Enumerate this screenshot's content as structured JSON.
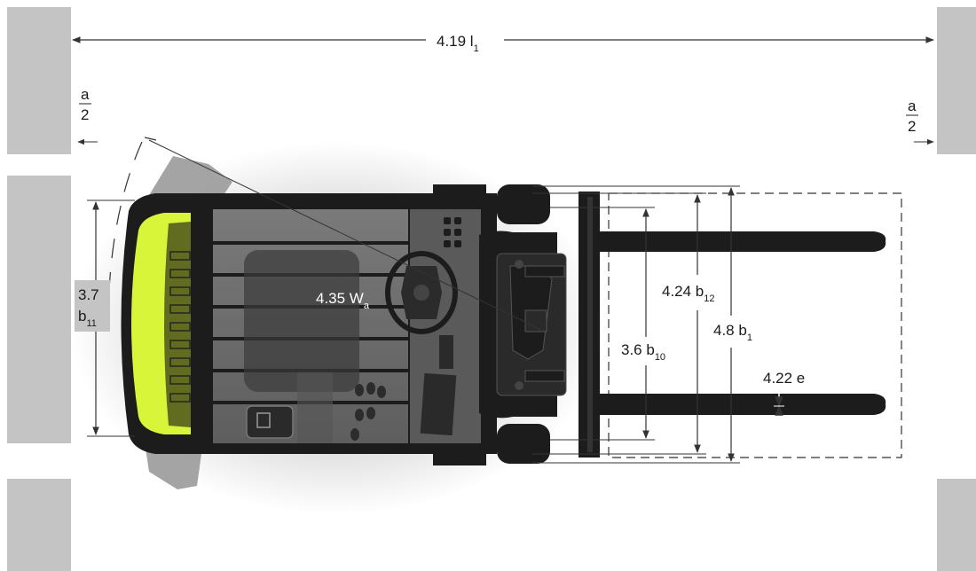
{
  "diagram": {
    "top_dimension": {
      "value": "4.19 l",
      "sub": "1"
    },
    "aisle_left": {
      "num": "a",
      "den": "2"
    },
    "aisle_right": {
      "num": "a",
      "den": "2"
    },
    "rear_width": {
      "value": "3.7",
      "symbol": "b",
      "sub": "11"
    },
    "turning_radius": {
      "value": "4.35 W",
      "sub": "a"
    },
    "track_width": {
      "value": "3.6 b",
      "sub": "10"
    },
    "carriage_width": {
      "value": "4.24 b",
      "sub": "12"
    },
    "overall_width": {
      "value": "4.8 b",
      "sub": "1"
    },
    "fork_thickness": {
      "value": "4.22 e"
    },
    "colors": {
      "wall": "#c4c4c4",
      "body": "#1c1c1c",
      "counterweight_accent": "#d9f53a",
      "cab_glass": "#6a6a6a",
      "dimension_line": "#333333"
    },
    "icons": [
      "steering-wheel-icon",
      "pedal-icon",
      "seat-icon"
    ]
  }
}
